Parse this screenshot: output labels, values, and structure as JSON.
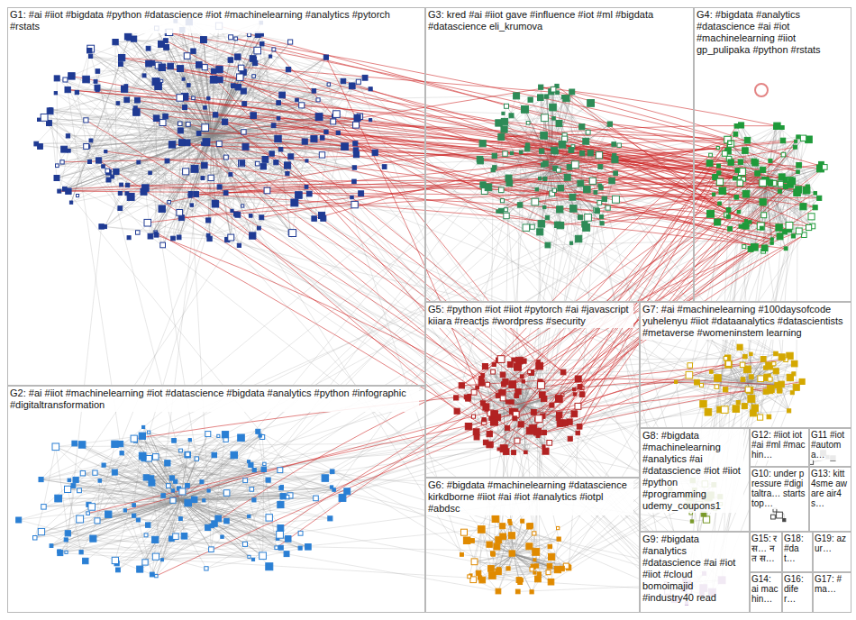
{
  "diagram": {
    "nodes": [
      {
        "text": [
          "G1: #ai #iiot #bigdata #python #datascience #iot #machinelearning #analytics #pytorch #rstats"
        ]
      },
      {
        "text": [
          "G2: #ai #iiot #machinelearning #iot #datascience #bigdata #analytics #python #infographic #digitaltransformation"
        ]
      },
      {
        "text": [
          "G3: kred #ai #iiot gave #influence #iot #ml #bigdata #datascience eli_krumova"
        ]
      },
      {
        "text": [
          "G4: #bigdata #analytics #datascience #ai #iot #machinelearning #iiot gp_pulipaka #python #rstats"
        ]
      },
      {
        "text": [
          "G5: #python #iot #iiot #pytorch #ai #javascript kiiara #reactjs #wordpress #security"
        ]
      },
      {
        "text": [
          "G6: #bigdata #machinelearning #datascience kirkdborne #iiot #ai #iot #analytics #iotpl #abdsc"
        ]
      },
      {
        "text": [
          "G7: #ai #machinelearning #100daysofcode yuhelenyu #iiot #dataanalytics #datascientists #metaverse #womeninstem learning"
        ]
      },
      {
        "text": [
          "G8: #bigdata #machinelearning #analytics #ai #datascience #iot #iiot #python #programming udemy_coupons1"
        ]
      },
      {
        "text": [
          "G9: #bigdata #analytics #datascience #ai #iot #iiot #cloud bomoimajid #industry40 read"
        ]
      },
      {
        "text": [
          "G12: #iiot iot #ai #ml #machin…"
        ]
      },
      {
        "text": [
          "G11 #iot #automa…"
        ]
      },
      {
        "text": [
          "G10: under pressure #digitaltra… starts top…"
        ]
      },
      {
        "text": [
          "G13: kitt4sme aware air4s…"
        ]
      },
      {
        "text": [
          "G15: र स… न त स…"
        ]
      },
      {
        "text": [
          "G18: #dat…"
        ]
      },
      {
        "text": [
          "G19: azur…"
        ]
      },
      {
        "text": [
          "G14: ai machin…"
        ]
      },
      {
        "text": [
          "G16: difer…"
        ]
      },
      {
        "text": [
          "G17: #ma…"
        ]
      }
    ]
  }
}
